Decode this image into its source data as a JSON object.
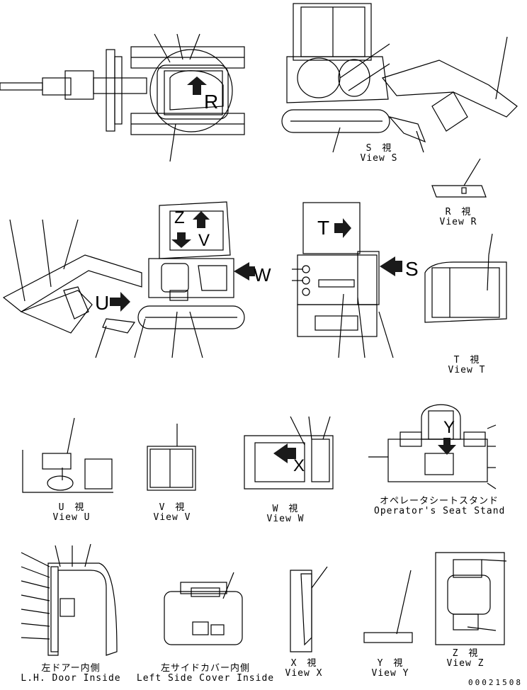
{
  "views": {
    "s": {
      "jp": "S　視",
      "en": "View S"
    },
    "r": {
      "jp": "R　視",
      "en": "View R"
    },
    "t": {
      "jp": "T　視",
      "en": "View T"
    },
    "u": {
      "jp": "U　視",
      "en": "View U"
    },
    "v": {
      "jp": "V　視",
      "en": "View V"
    },
    "w": {
      "jp": "W　視",
      "en": "View W"
    },
    "seat": {
      "jp": "オペレータシートスタンド",
      "en": "Operator's Seat Stand"
    },
    "door": {
      "jp": "左ドアー内側",
      "en": "L.H. Door Inside"
    },
    "cover": {
      "jp": "左サイドカバー内側",
      "en": "Left Side Cover Inside"
    },
    "x": {
      "jp": "X　視",
      "en": "View X"
    },
    "y": {
      "jp": "Y　視",
      "en": "View Y"
    },
    "z": {
      "jp": "Z　視",
      "en": "View Z"
    }
  },
  "markers": {
    "r": "R",
    "z": "Z",
    "v": "V",
    "u": "U",
    "w": "W",
    "t": "T",
    "s": "S",
    "x": "X",
    "y": "Y"
  },
  "document_number": "00021508",
  "colors": {
    "line": "#000000",
    "arrow": "#1a1a1a",
    "background": "#ffffff"
  }
}
